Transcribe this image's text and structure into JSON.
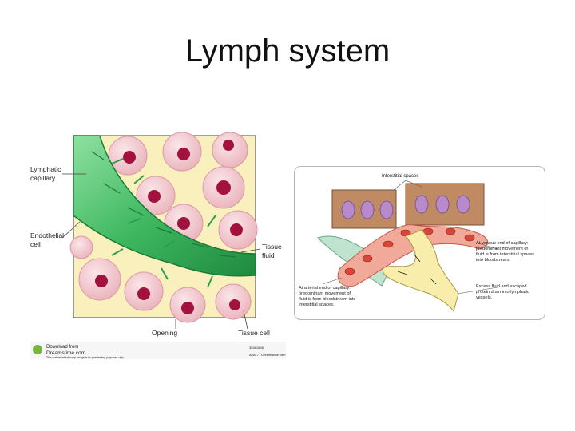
{
  "slide": {
    "title": "Lymph system"
  },
  "left_figure": {
    "labels": {
      "lymphatic_capillary": [
        "Lymphatic",
        "capillary"
      ],
      "endothelial_cell": [
        "Endothelial",
        "cell"
      ],
      "tissue_fluid": [
        "Tissue",
        "fluid"
      ],
      "opening": "Opening",
      "tissue_cell": "Tissue cell"
    },
    "footer": {
      "download_from": "Download from",
      "site": "Dreamstime.com",
      "fine_print": "This watermarked comp image is for previewing purposes only.",
      "id_line_1": "35461658",
      "id_line_2": "Alila77 | Dreamstime.com"
    }
  },
  "right_figure": {
    "labels": {
      "interstitial_spaces": "Interstitial spaces",
      "venous_end": [
        "At venous end of capillary:",
        "predominant movement of",
        "fluid is from interstitial spaces",
        "into bloodstream."
      ],
      "arterial_end": [
        "At arterial end of capillary:",
        "predominant movement of",
        "fluid is from bloodstream into",
        "interstitial spaces."
      ],
      "excess_fluid": [
        "Excess fluid and escaped",
        "protein drain into lymphatic",
        "vessels."
      ]
    }
  },
  "colors": {
    "vessel_green": "#3fb861",
    "cell_pink": "#f3c9cf",
    "nucleus": "#a3123f",
    "fluid_yellow": "#faf0be"
  }
}
